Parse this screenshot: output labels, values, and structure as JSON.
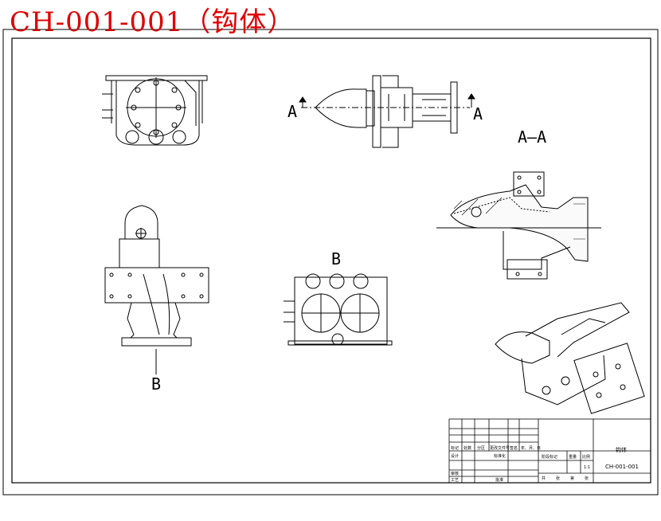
{
  "title": "CH-001-001（钩体）",
  "view_labels": {
    "section_a_left": "A",
    "section_a_right": "A",
    "section_aa": "A—A",
    "view_b_top": "B",
    "view_b_bottom": "B"
  },
  "title_block": {
    "part_name": "钩体",
    "drawing_no": "CH-001-001",
    "scale": "1:1",
    "row_labels": [
      "标记",
      "处数",
      "分区",
      "更改文件号",
      "签名",
      "年、月、日"
    ],
    "designer": "设计",
    "standard": "标准化",
    "stage_mark": "阶段标记",
    "weight": "重量",
    "scale_label": "比例",
    "checker": "审核",
    "process": "工艺",
    "approve": "批准",
    "sheet_total": "共",
    "sheet_no": "张",
    "sheet_of": "第",
    "sheet_word": "张"
  }
}
